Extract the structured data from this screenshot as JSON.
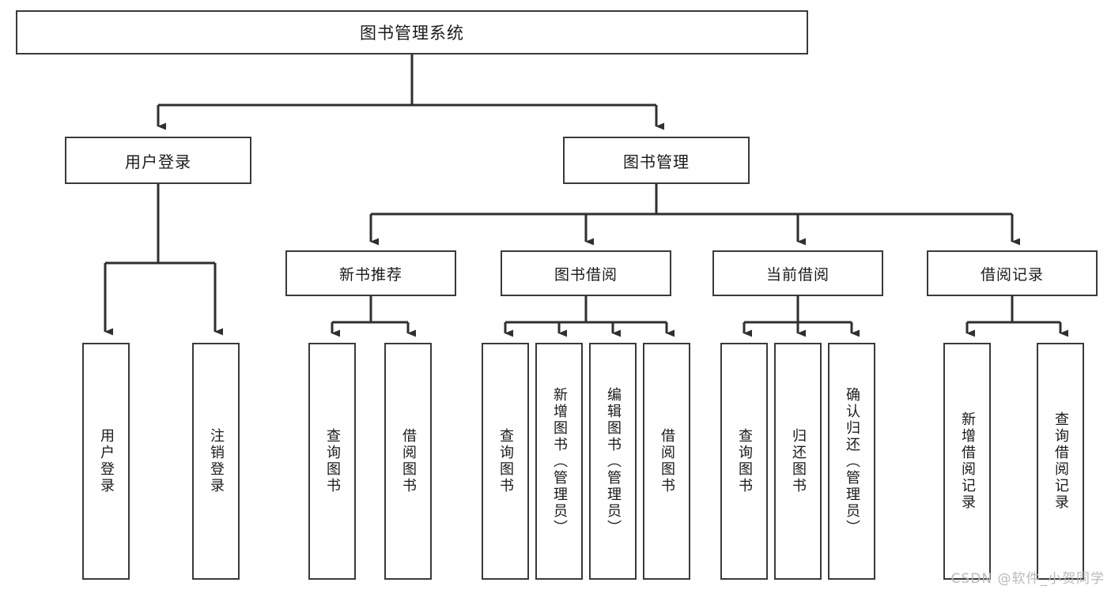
{
  "diagram": {
    "title": "图书管理系统",
    "type": "tree-hierarchy",
    "watermark": "CSDN @软件_小贺同学",
    "colors": {
      "box_border": "#3a3a3a",
      "box_fill": "#ffffff",
      "connector": "#2f2f2f",
      "text": "#1a1a1a",
      "watermark": "#b9b9b9",
      "background": "#ffffff"
    }
  },
  "root": {
    "label": "图书管理系统"
  },
  "level1": [
    {
      "id": "user-login",
      "label": "用户登录"
    },
    {
      "id": "book-manage",
      "label": "图书管理"
    }
  ],
  "level2": [
    {
      "id": "new-book-recommend",
      "label": "新书推荐"
    },
    {
      "id": "book-borrow",
      "label": "图书借阅"
    },
    {
      "id": "current-borrow",
      "label": "当前借阅"
    },
    {
      "id": "borrow-record",
      "label": "借阅记录"
    }
  ],
  "leaves": {
    "user_login": [
      {
        "id": "leaf-user-login",
        "label": "用户登录"
      },
      {
        "id": "leaf-logout-login",
        "label": "注销登录"
      }
    ],
    "new_book_recommend": [
      {
        "id": "leaf-query-book-1",
        "label": "查询图书"
      },
      {
        "id": "leaf-borrow-book-1",
        "label": "借阅图书"
      }
    ],
    "book_borrow": [
      {
        "id": "leaf-query-book-2",
        "label": "查询图书"
      },
      {
        "id": "leaf-add-book-admin",
        "label": "新增图书（管理员）"
      },
      {
        "id": "leaf-edit-book-admin",
        "label": "编辑图书（管理员）"
      },
      {
        "id": "leaf-borrow-book-2",
        "label": "借阅图书"
      }
    ],
    "current_borrow": [
      {
        "id": "leaf-query-book-3",
        "label": "查询图书"
      },
      {
        "id": "leaf-return-book",
        "label": "归还图书"
      },
      {
        "id": "leaf-confirm-return-admin",
        "label": "确认归还（管理员）"
      }
    ],
    "borrow_record": [
      {
        "id": "leaf-add-borrow-record",
        "label": "新增借阅记录"
      },
      {
        "id": "leaf-query-borrow-record",
        "label": "查询借阅记录"
      }
    ]
  }
}
